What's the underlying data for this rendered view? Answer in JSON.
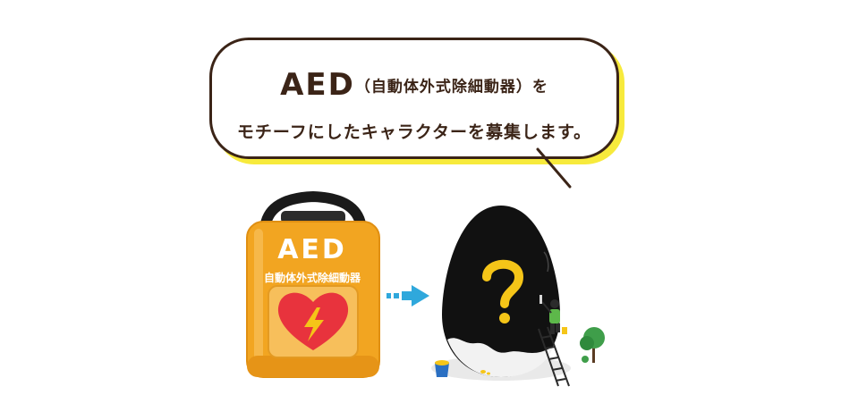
{
  "bubble": {
    "line1_main": "AED",
    "line1_paren": "（自動体外式除細動器）を",
    "line2": "モチーフにしたキャラクターを募集します。"
  },
  "aed": {
    "title": "AED",
    "subtitle": "自動体外式除細動器"
  },
  "icons": [
    "speech-bubble-icon",
    "aed-device-icon",
    "heart-lightning-icon",
    "arrow-right-icon",
    "mystery-egg-icon",
    "question-mark-icon",
    "ladder-icon",
    "painter-icon",
    "paint-bucket-icon",
    "tree-icon"
  ],
  "colors": {
    "text_brown": "#3b2417",
    "bubble_shadow": "#f7ea3c",
    "aed_orange": "#f2a521",
    "heart_red": "#e8333d",
    "bolt_yellow": "#f5c518",
    "arrow_blue": "#2fa8dc",
    "egg_black": "#111111",
    "question_yellow": "#f5c518"
  }
}
